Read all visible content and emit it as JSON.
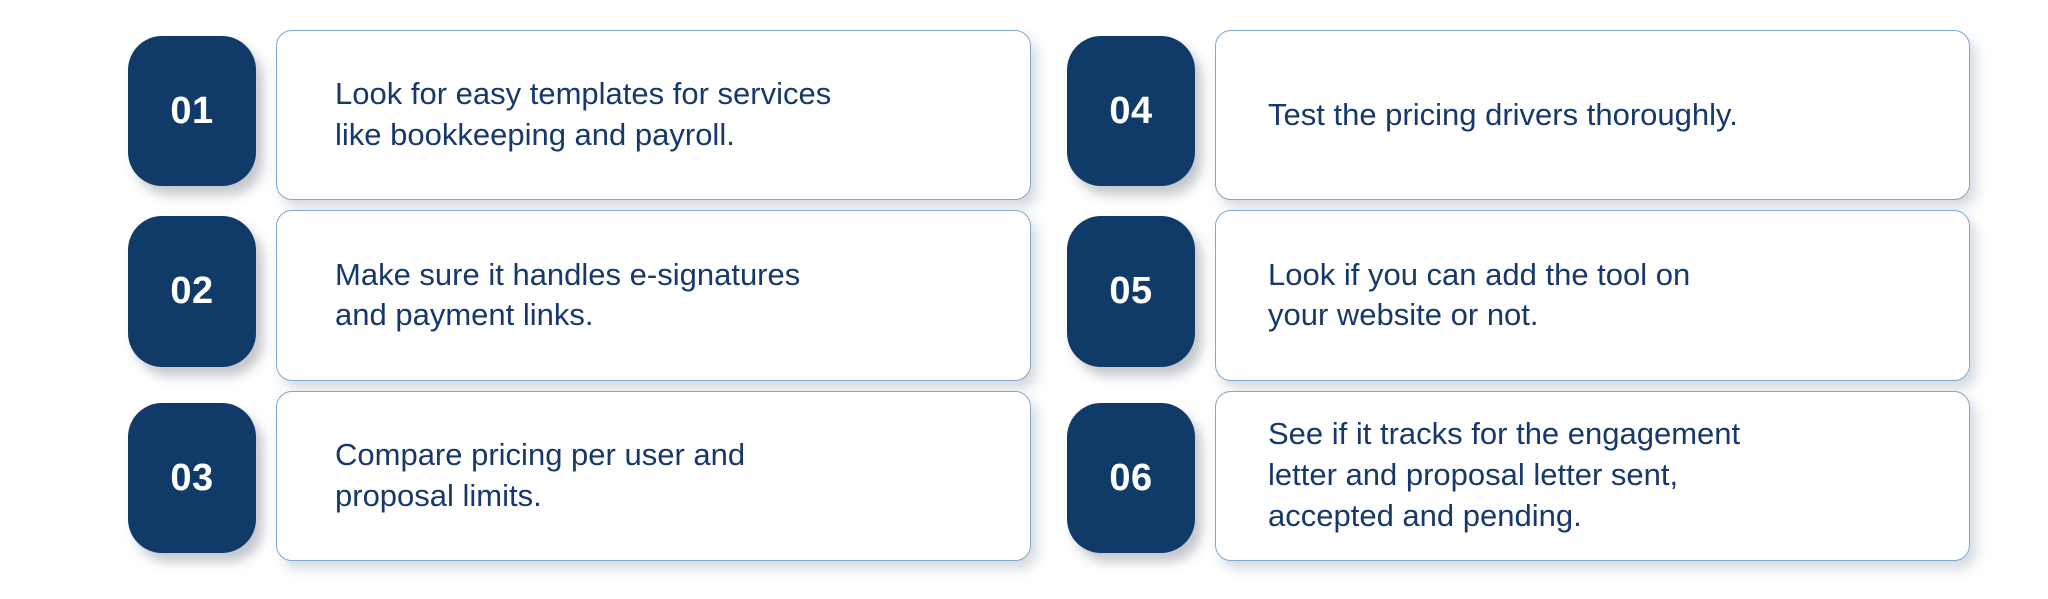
{
  "theme": {
    "badge_color": "#103B69",
    "card_border_color": "#7FA9CE",
    "card_background": "#FFFFFF",
    "text_color": "#17386B",
    "page_background": "#FFFFFF"
  },
  "steps": [
    {
      "number": "01",
      "text": "Look for easy templates for services\nlike bookkeeping and payroll."
    },
    {
      "number": "02",
      "text": "Make sure it handles e-signatures\nand payment links."
    },
    {
      "number": "03",
      "text": "Compare pricing per user and\nproposal limits."
    },
    {
      "number": "04",
      "text": "Test the pricing drivers thoroughly."
    },
    {
      "number": "05",
      "text": "Look if you can add the tool on\nyour website or not."
    },
    {
      "number": "06",
      "text": "See if it tracks for the engagement\nletter and proposal letter sent,\naccepted and pending."
    }
  ]
}
